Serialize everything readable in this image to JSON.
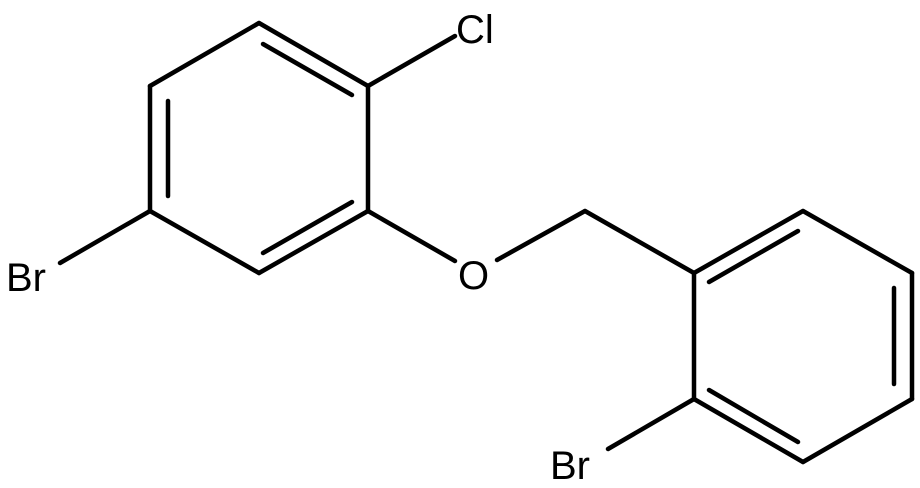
{
  "molecule": {
    "atoms": {
      "chlorine": "Cl",
      "bromine_ring_a": "Br",
      "oxygen": "O",
      "bromine_ring_b": "Br"
    }
  },
  "colors": {
    "bond": "#000000",
    "label": "#000000",
    "background": "#ffffff"
  }
}
